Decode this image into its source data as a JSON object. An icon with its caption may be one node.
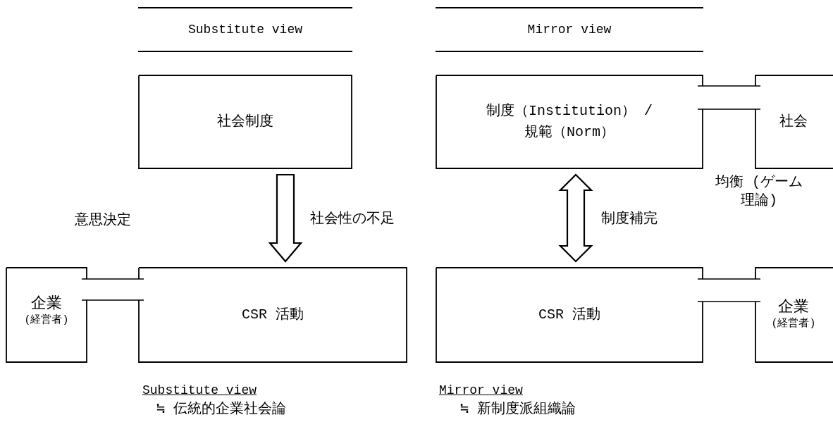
{
  "diagram": {
    "nodes": [
      {
        "text": [
          "社会制度"
        ]
      },
      {
        "text": [
          "CSR 活動"
        ]
      },
      {
        "text": [
          "企業",
          "(経営者)"
        ]
      },
      {
        "text": [
          "制度（Institution） / 規範（Norm）"
        ]
      },
      {
        "text": [
          "社会"
        ]
      },
      {
        "text": [
          "CSR 活動"
        ]
      },
      {
        "text": [
          "企業",
          "(経営者)"
        ]
      }
    ],
    "edges": [
      {
        "from": 0,
        "to": 1,
        "arrow": "to",
        "label": "社会性の不足",
        "style": "thick"
      },
      {
        "from": 2,
        "to": 1,
        "arrow": "none",
        "label": "意思決定"
      },
      {
        "from": 3,
        "to": 5,
        "arrow": "both",
        "label": "制度補完",
        "style": "thick"
      },
      {
        "from": 3,
        "to": 4,
        "arrow": "none",
        "label": "均衡 (ゲーム理論)"
      },
      {
        "from": 5,
        "to": 6,
        "arrow": "none"
      }
    ],
    "labels": [
      "Substitute view",
      "Mirror view",
      "Substitute view",
      "≒ 伝統的企業社会論",
      "Mirror view",
      "≒ 新制度派組織論"
    ]
  }
}
